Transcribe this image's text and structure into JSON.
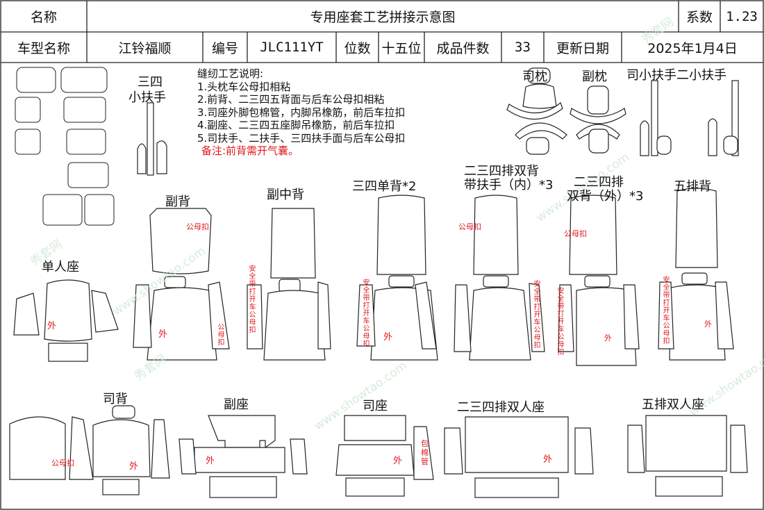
{
  "header": {
    "name_label": "名称",
    "title": "专用座套工艺拼接示意图",
    "coef_label": "系数",
    "coef_value": "1.23",
    "model_label": "车型名称",
    "model_value": "江铃福顺",
    "code_label": "编号",
    "code_value": "JLC111YT",
    "seats_label": "位数",
    "seats_value": "十五位",
    "pieces_label": "成品件数",
    "pieces_value": "33",
    "date_label": "更新日期",
    "date_value": "2025年1月4日"
  },
  "notes": {
    "title": "缝纫工艺说明:",
    "items": [
      "1.头枕车公母扣相粘",
      "2.前背、二三四五背面与后车公母扣相粘",
      "3.司座外脚包棉管，内脚吊橡筋，前后车拉扣",
      "4.副座、二三四五座脚吊橡筋，前后车拉扣",
      "5.司扶手、二扶手、三四扶手面与后车公母扣"
    ],
    "remark": "备注:前背需开气囊。"
  },
  "labels": {
    "armrest34_line1": "三四",
    "armrest34_line2": "小扶手",
    "driver_headrest": "司枕",
    "passenger_headrest": "副枕",
    "small_armrests": "司小扶手二小扶手",
    "passenger_back": "副背",
    "passenger_mid_back": "副中背",
    "single_back": "三四单背*2",
    "double_back_inner_line1": "二三四排双背",
    "double_back_inner_line2": "带扶手（内）*3",
    "double_back_outer_line1": "二三四排",
    "double_back_outer_line2": "双背（外）*3",
    "fifth_back": "五排背",
    "single_seat": "单人座",
    "driver_back": "司背",
    "passenger_seat": "副座",
    "driver_seat": "司座",
    "double_seat_234": "二三四排双人座",
    "double_seat_5": "五排双人座"
  },
  "annotations": {
    "outer": "外",
    "snap": "公母扣",
    "belt_vertical": "安全带打开车公母扣",
    "belt_vertical_short": "安全带打开车公母扣",
    "cotton_tube": "包棉管"
  },
  "watermark": {
    "site": "www.showtao.com",
    "brand": "秀套网"
  },
  "colors": {
    "line": "#222222",
    "annotation": "#e0191e",
    "watermark": "#c9e6cf"
  }
}
